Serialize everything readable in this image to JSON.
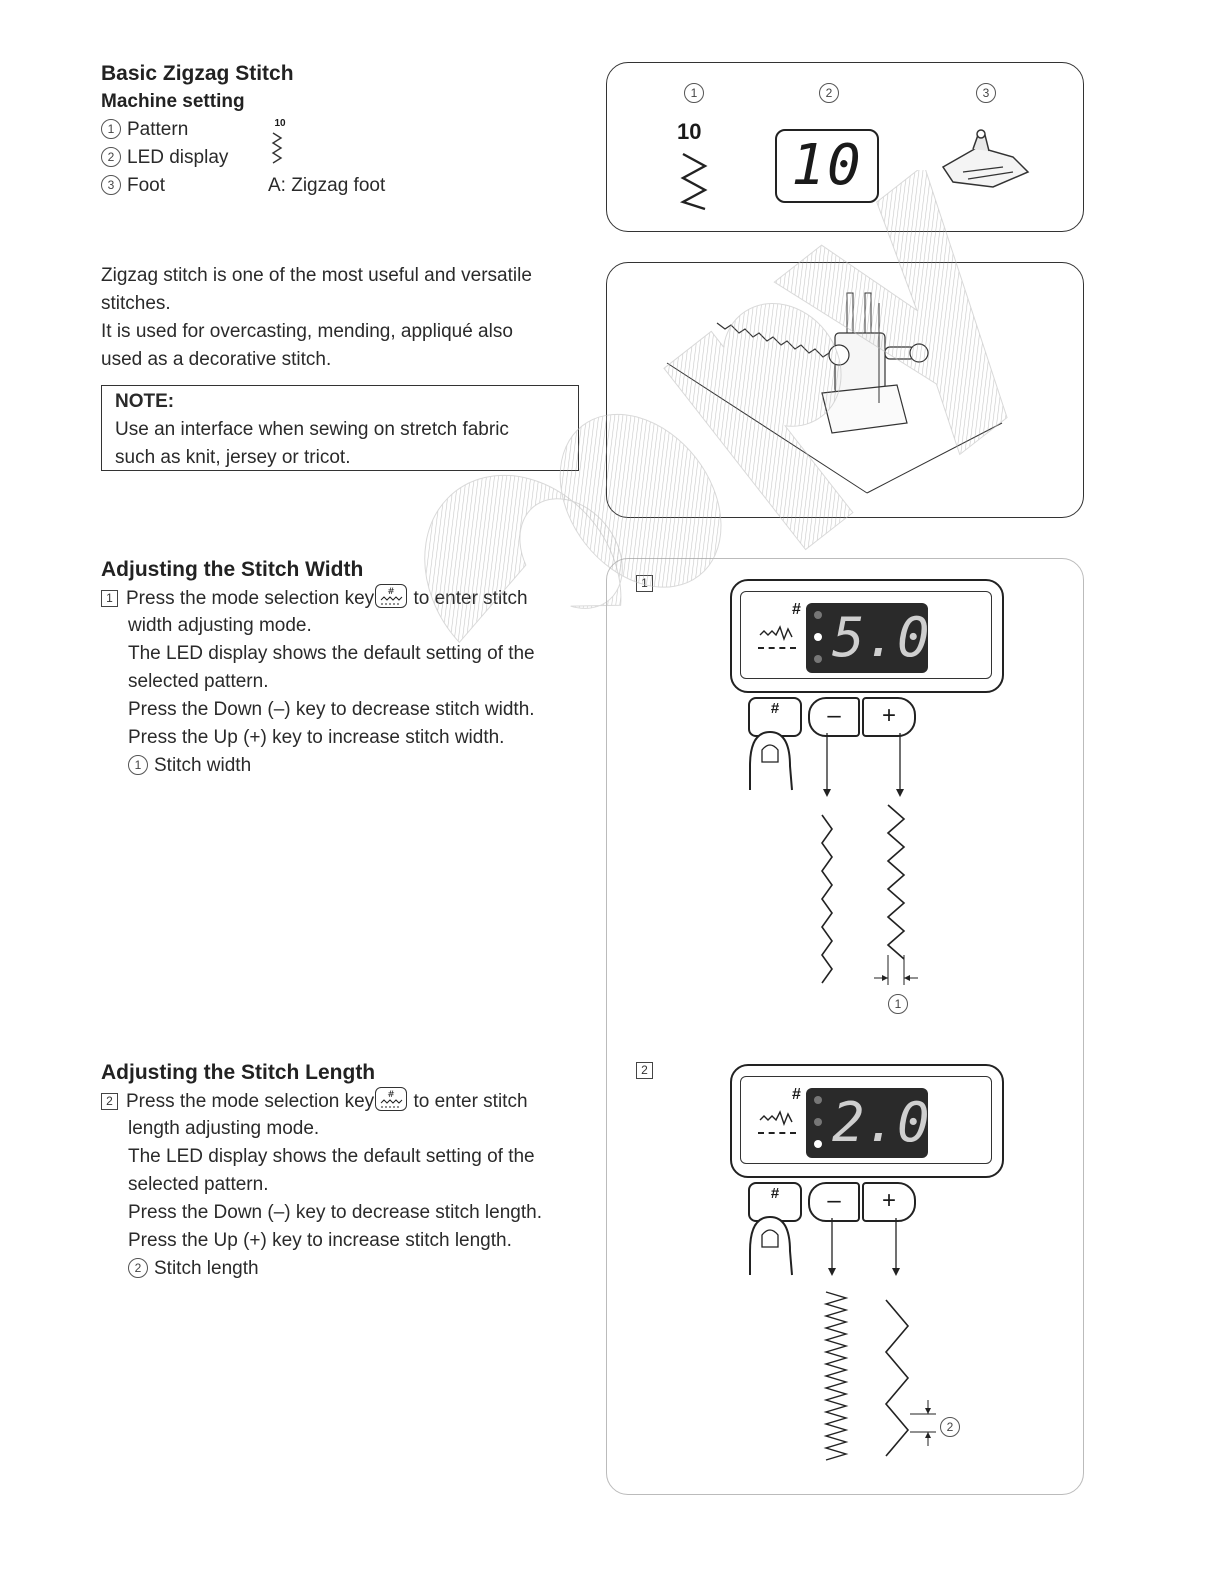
{
  "basic": {
    "title": "Basic Zigzag Stitch",
    "subtitle": "Machine setting",
    "rows": [
      {
        "num": "1",
        "label": "Pattern",
        "value": "10"
      },
      {
        "num": "2",
        "label": "LED display",
        "value": ""
      },
      {
        "num": "3",
        "label": "Foot",
        "value": "A: Zigzag foot"
      }
    ]
  },
  "description": [
    "Zigzag stitch is one of the most useful and versatile",
    "stitches.",
    "It is used for overcasting, mending, appliqué also",
    "used as a decorative stitch."
  ],
  "note": {
    "title": "NOTE:",
    "lines": [
      "Use an interface when sewing on stretch fabric",
      "such as knit, jersey or tricot."
    ]
  },
  "top_panel": {
    "markers": [
      "1",
      "2",
      "3"
    ],
    "pattern_number": "10",
    "led_value": "10"
  },
  "width_section": {
    "title": "Adjusting the Stitch Width",
    "step": "1",
    "line_a_before": "Press the mode selection key",
    "line_a_after": "to enter stitch",
    "lines": [
      "width adjusting mode.",
      "The LED display shows the default setting of the",
      "selected pattern.",
      "Press the Down (–) key to decrease stitch width.",
      "Press the Up (+) key to increase stitch width."
    ],
    "ref_num": "1",
    "ref_label": "Stitch width"
  },
  "length_section": {
    "title": "Adjusting the Stitch Length",
    "step": "2",
    "line_a_before": "Press the mode selection key",
    "line_a_after": "to enter stitch",
    "lines": [
      "length adjusting mode.",
      "The LED display shows the default setting of the",
      "selected pattern.",
      "Press the Down (–) key to decrease stitch length.",
      "Press the Up (+) key to increase stitch length."
    ],
    "ref_num": "2",
    "ref_label": "Stitch length"
  },
  "diagram1": {
    "step": "1",
    "led": "5.0",
    "minus": "–",
    "plus": "+",
    "hash": "#",
    "dim": "1"
  },
  "diagram2": {
    "step": "2",
    "led": "2.0",
    "minus": "–",
    "plus": "+",
    "hash": "#",
    "dim": "2"
  }
}
